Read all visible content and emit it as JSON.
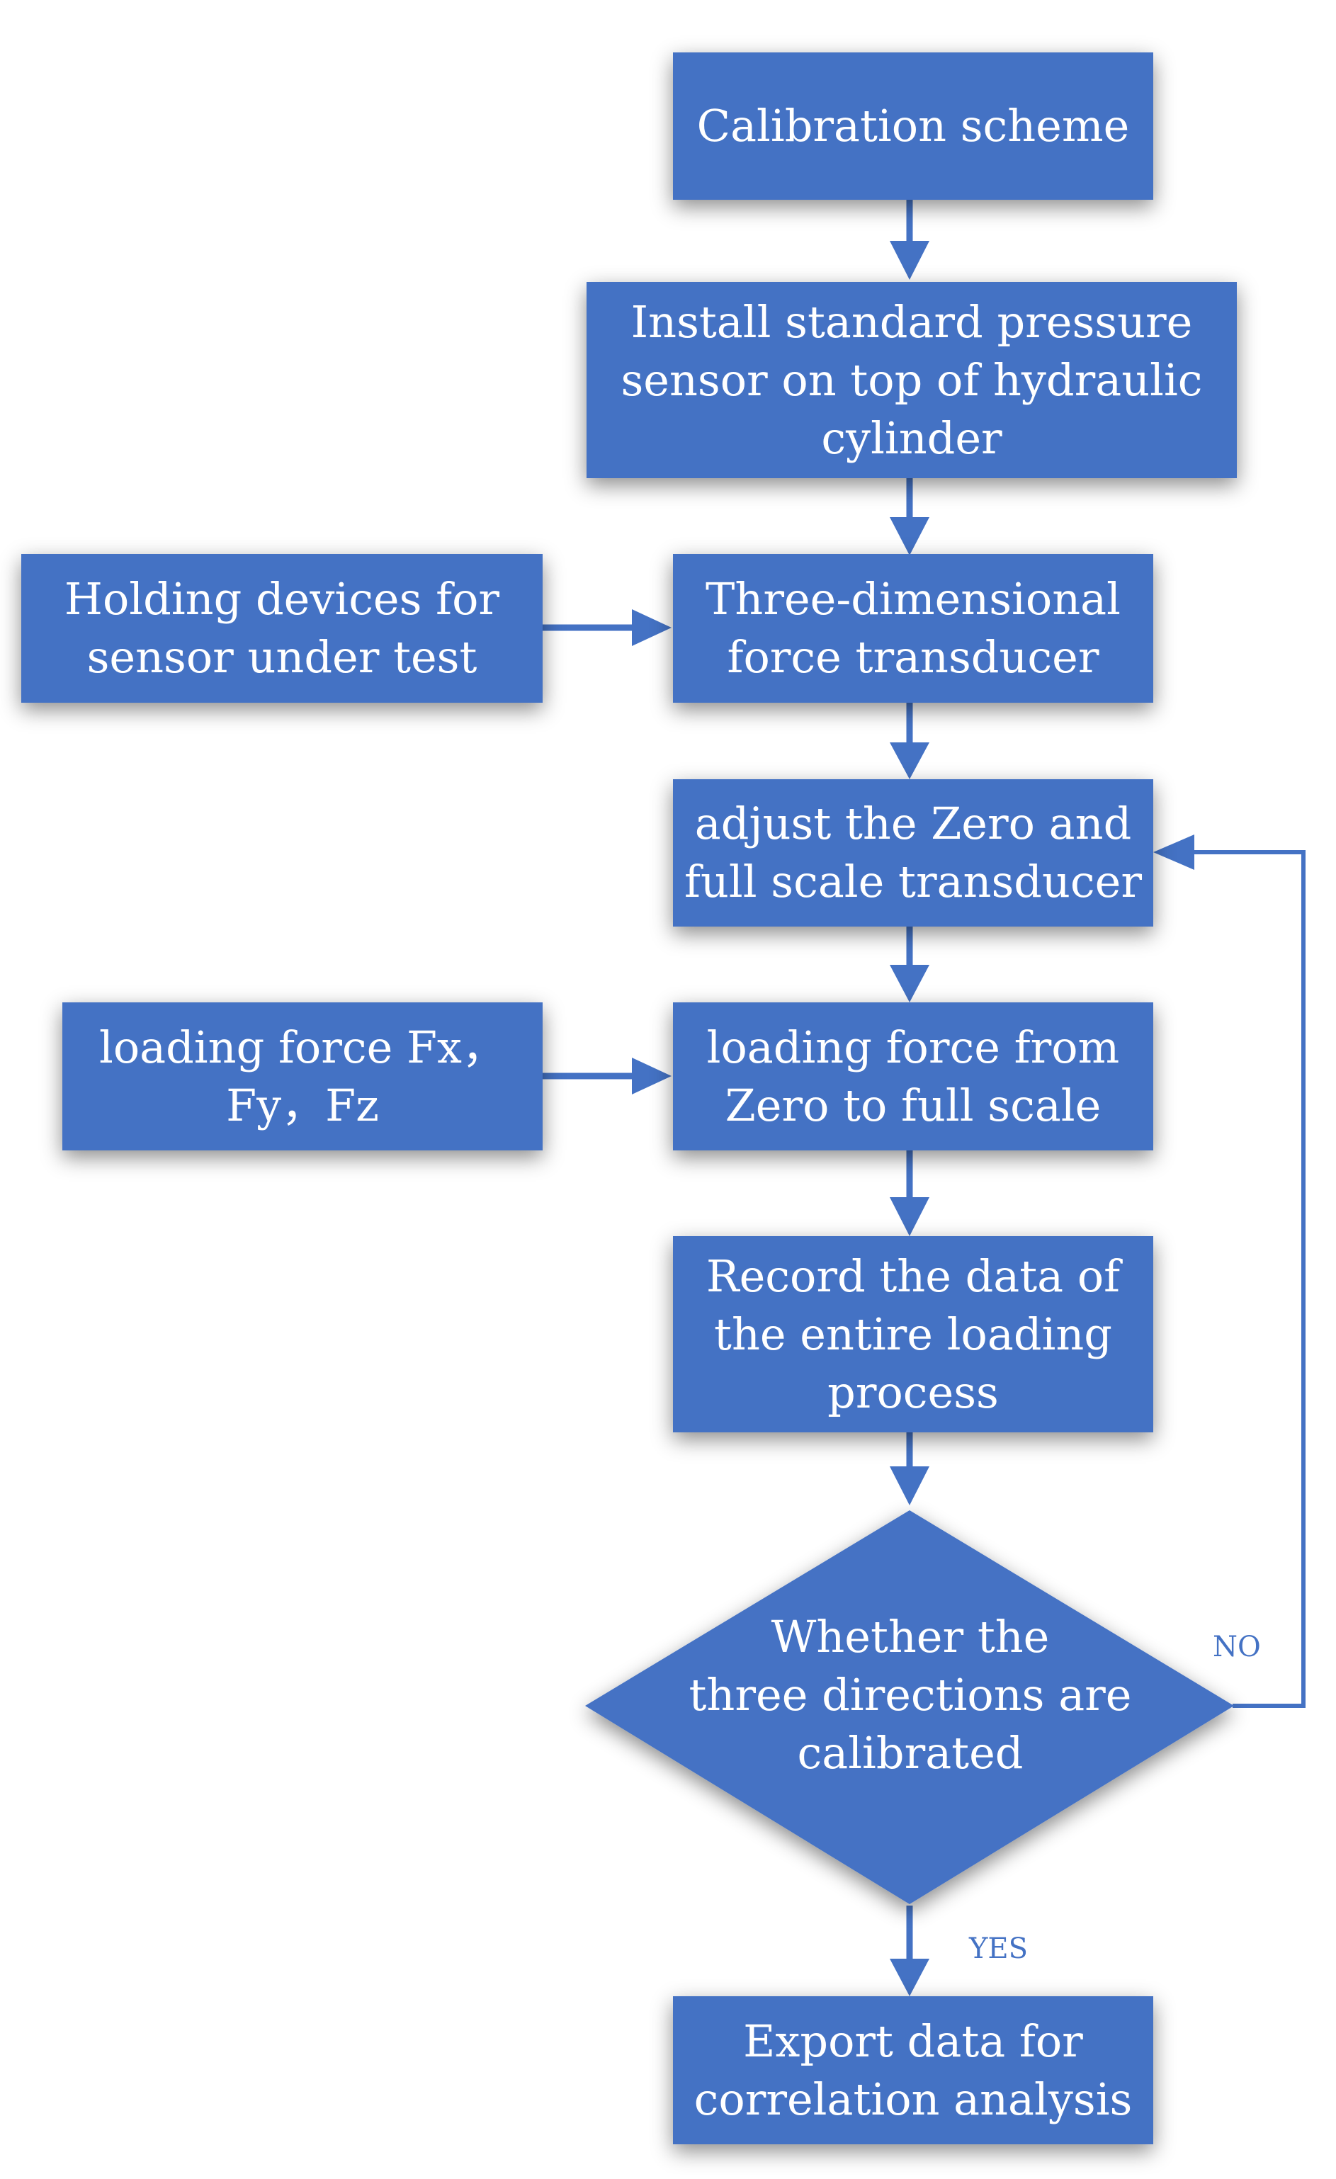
{
  "nodes": {
    "calibration_scheme": [
      "Calibration scheme"
    ],
    "install_sensor": [
      "Install standard pressure",
      "sensor on top of hydraulic",
      "cylinder"
    ],
    "holding_devices": [
      "Holding devices for",
      "sensor under test"
    ],
    "three_dim_transducer": [
      "Three-dimensional",
      "force transducer"
    ],
    "adjust_zero": [
      "adjust the Zero and",
      "full scale transducer"
    ],
    "loading_forces": [
      "loading force Fx，",
      "Fy，Fz"
    ],
    "loading_zero_full": [
      "loading force  from",
      "Zero to full scale"
    ],
    "record_data": [
      "Record the data of",
      "the entire loading",
      "process"
    ],
    "decision": [
      "Whether the",
      "three directions are",
      "calibrated"
    ],
    "export_data": [
      "Export data for",
      "correlation analysis"
    ]
  },
  "edge_labels": {
    "no": "NO",
    "yes": "YES"
  },
  "colors": {
    "box_fill": "#4472c4",
    "line": "#4472c4",
    "text": "#ffffff"
  }
}
